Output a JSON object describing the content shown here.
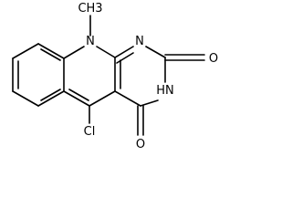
{
  "molecule": {
    "atom_labels": {
      "n10": "N",
      "methyl": "CH3",
      "n1": "N",
      "o2": "O",
      "n3": "HN",
      "o4": "O",
      "cl5": "Cl"
    },
    "colors": {
      "bond": "#000000",
      "label": "#000000",
      "background": "#ffffff"
    }
  }
}
